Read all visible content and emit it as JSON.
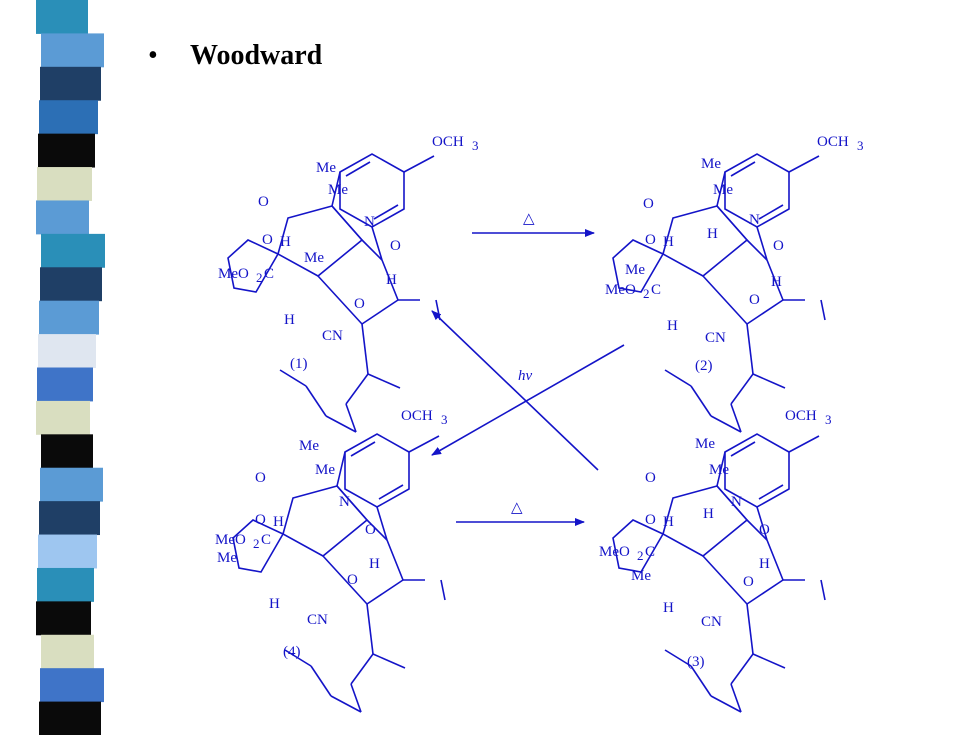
{
  "slide": {
    "bullet": "•",
    "title": "Woodward"
  },
  "sidebar": {
    "stripe_colors": [
      "#2a8fb8",
      "#5b9bd5",
      "#1f3f66",
      "#2c6fb5",
      "#0a0a0a",
      "#d9dec0",
      "#5b9bd5",
      "#2a8fb8",
      "#1f3f66",
      "#5b9bd5",
      "#dfe6f0",
      "#3f74c8",
      "#d9dec0",
      "#0a0a0a",
      "#5b9bd5",
      "#1f3f66",
      "#9ec6f0",
      "#2a8fb8",
      "#0a0a0a",
      "#d9dec0",
      "#3f74c8",
      "#0a0a0a"
    ]
  },
  "scheme": {
    "colors": {
      "ink": "#1414c8"
    },
    "labels": {
      "s1": "(1)",
      "s2": "(2)",
      "s3": "(3)",
      "s4": "(4)"
    },
    "arrows": {
      "heat": "△",
      "light": "hv"
    },
    "atoms": {
      "och3": "OCH",
      "och3_sub": "3",
      "me": "Me",
      "n": "N",
      "o": "O",
      "h": "H",
      "cn": "CN",
      "meo2c_a": "MeO",
      "meo2c_sub": "2",
      "meo2c_b": "C"
    }
  }
}
